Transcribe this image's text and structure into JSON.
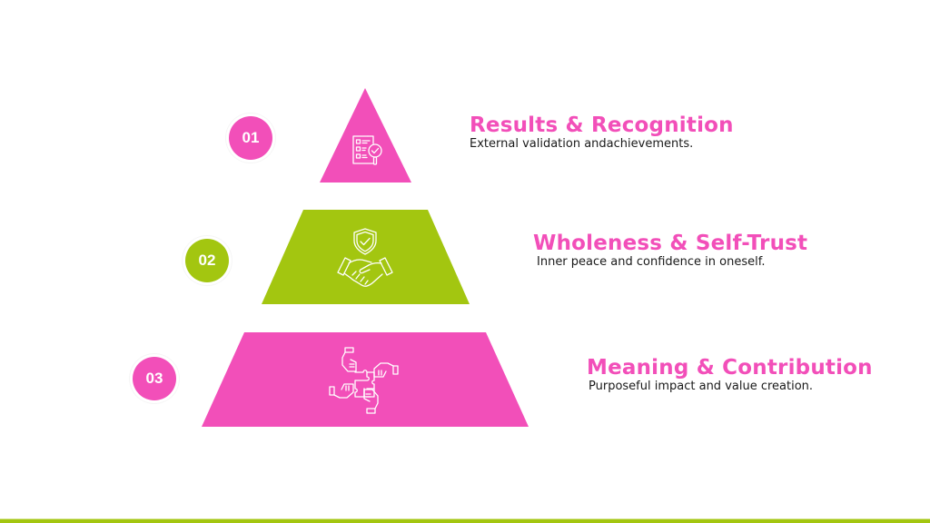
{
  "colors": {
    "pink": "#F24FB9",
    "green": "#A3C610",
    "text_dark": "#1a1a1a",
    "background": "#FFFFFF"
  },
  "levels": [
    {
      "number": "01",
      "title": "Results & Recognition",
      "description": "External validation andachievements.",
      "color": "pink",
      "icon": "checklist-magnifier-icon"
    },
    {
      "number": "02",
      "title": "Wholeness & Self-Trust",
      "description": "Inner peace and confidence in oneself.",
      "color": "green",
      "icon": "shield-handshake-icon"
    },
    {
      "number": "03",
      "title": "Meaning & Contribution",
      "description": "Purposeful impact and value creation.",
      "color": "pink",
      "icon": "hands-puzzle-icon"
    }
  ],
  "footer": {
    "bar_color": "#A3C610"
  }
}
